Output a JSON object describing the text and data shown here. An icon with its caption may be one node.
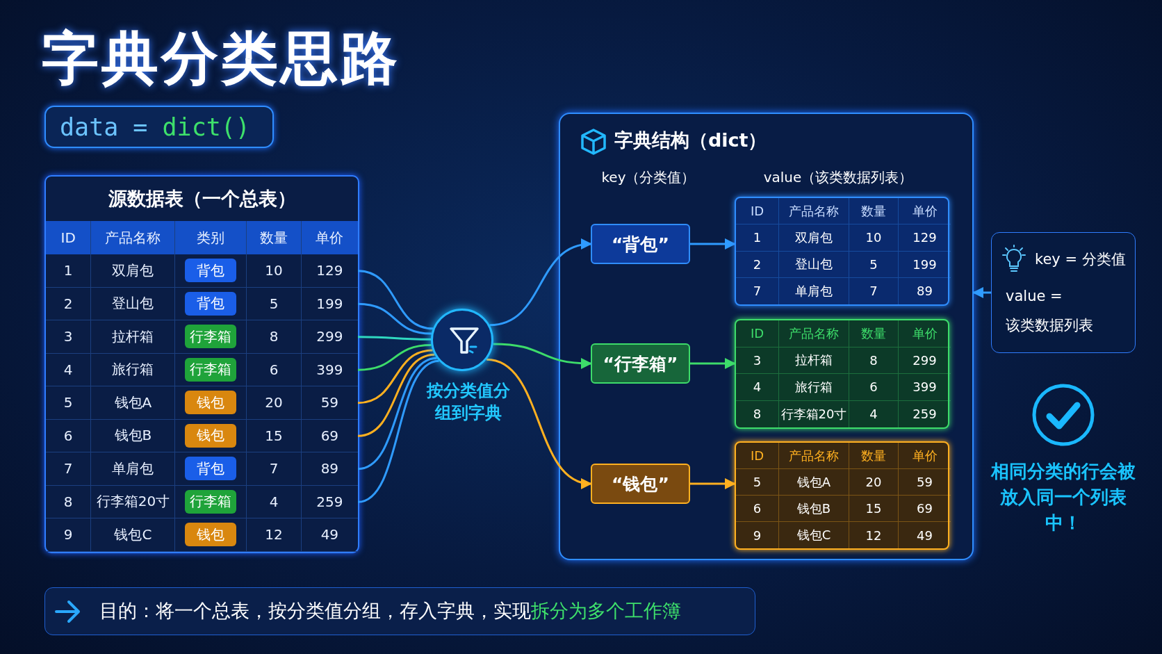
{
  "diagram": {
    "title": "字典分类思路",
    "nodes": [
      {
        "text": [
          "data = **dict()**"
        ]
      },
      {
        "text": [
          "源数据表（一个总表）"
        ]
      },
      {
        "text": [
          "ID",
          "产品名称",
          "类别",
          "数量",
          "单价"
        ],
        "in": 1
      },
      {
        "text": [
          "1",
          "双肩包",
          "背包",
          "10",
          "129"
        ],
        "in": 1
      },
      {
        "text": [
          "2",
          "登山包",
          "背包",
          "5",
          "199"
        ],
        "in": 1
      },
      {
        "text": [
          "3",
          "拉杆箱",
          "行李箱",
          "8",
          "299"
        ],
        "in": 1
      },
      {
        "text": [
          "4",
          "旅行箱",
          "行李箱",
          "6",
          "399"
        ],
        "in": 1
      },
      {
        "text": [
          "5",
          "钱包A",
          "钱包",
          "20",
          "59"
        ],
        "in": 1
      },
      {
        "text": [
          "6",
          "钱包B",
          "钱包",
          "15",
          "69"
        ],
        "in": 1
      },
      {
        "text": [
          "7",
          "单肩包",
          "背包",
          "7",
          "89"
        ],
        "in": 1
      },
      {
        "text": [
          "8",
          "行李箱20寸",
          "行李箱",
          "4",
          "259"
        ],
        "in": 1
      },
      {
        "text": [
          "9",
          "钱包C",
          "钱包",
          "12",
          "49"
        ],
        "in": 1
      },
      {
        "text": [],
        "shape": "circle",
        "beside": [
          "按分类值分组到字典"
        ]
      },
      {
        "text": [
          "字典结构（dict）"
        ]
      },
      {
        "text": [
          "“背包”"
        ],
        "in": 13
      },
      {
        "text": [
          "ID",
          "产品名称",
          "数量",
          "单价",
          "1",
          "双肩包",
          "10",
          "129",
          "2",
          "登山包",
          "5",
          "199",
          "7",
          "单肩包",
          "7",
          "89"
        ],
        "in": 13
      },
      {
        "text": [
          "“行李箱”"
        ],
        "in": 13
      },
      {
        "text": [
          "ID",
          "产品名称",
          "数量",
          "单价",
          "3",
          "拉杆箱",
          "8",
          "299",
          "4",
          "旅行箱",
          "6",
          "399",
          "8",
          "行李箱20寸",
          "4",
          "259"
        ],
        "in": 13
      },
      {
        "text": [
          "“钱包”"
        ],
        "in": 13
      },
      {
        "text": [
          "ID",
          "产品名称",
          "数量",
          "单价",
          "5",
          "钱包A",
          "20",
          "59",
          "6",
          "钱包B",
          "15",
          "69",
          "9",
          "钱包C",
          "12",
          "49"
        ],
        "in": 13
      },
      {
        "text": [
          "key = 分类值",
          "value = 该类数据列表"
        ]
      },
      {
        "text": [
          "目的：将一个总表，按分类值分组，存入字典，实现**拆分为多个工作簿**"
        ]
      }
    ],
    "edges": [
      {
        "from": 3,
        "to": 12,
        "arrow": "none"
      },
      {
        "from": 4,
        "to": 12,
        "arrow": "none"
      },
      {
        "from": 5,
        "to": 12,
        "arrow": "none",
        "color": "#2fd8c0"
      },
      {
        "from": 6,
        "to": 12,
        "arrow": "none",
        "color": "#3ddc6a"
      },
      {
        "from": 7,
        "to": 12,
        "arrow": "none",
        "color": "#ffb020"
      },
      {
        "from": 8,
        "to": 12,
        "arrow": "none",
        "color": "#ffb020"
      },
      {
        "from": 9,
        "to": 12,
        "arrow": "none"
      },
      {
        "from": 10,
        "to": 12,
        "arrow": "none"
      },
      {
        "from": 12,
        "to": 14,
        "arrow": "to"
      },
      {
        "from": 12,
        "to": 16,
        "arrow": "to",
        "color": "#3ddc6a"
      },
      {
        "from": 12,
        "to": 18,
        "arrow": "to",
        "color": "#ffb020"
      },
      {
        "from": 14,
        "to": 15,
        "arrow": "to"
      },
      {
        "from": 16,
        "to": 17,
        "arrow": "to",
        "color": "#3ddc6a"
      },
      {
        "from": 18,
        "to": 19,
        "arrow": "to",
        "color": "#ffb020"
      },
      {
        "from": 20,
        "to": 13,
        "arrow": "to"
      }
    ],
    "labels": [
      "key（分类值）",
      "value（该类数据列表）",
      "相同分类的行会被放入同一个列表中！"
    ]
  }
}
